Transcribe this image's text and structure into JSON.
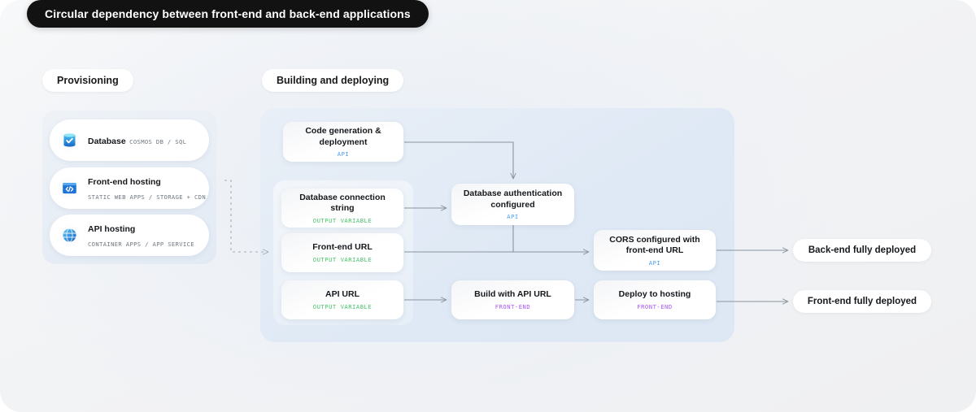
{
  "title": "Circular dependency between front-end and back-end applications",
  "colors": {
    "title_chip_bg": "#121212",
    "tag_api": "#4a9bf0",
    "tag_output_variable": "#49c46b",
    "tag_front_end": "#a855f7",
    "panel_blue": "#e2eaf4",
    "page_bg": "#f2f3f5",
    "connector": "#8a949e"
  },
  "sections": {
    "provisioning": {
      "label": "Provisioning",
      "cards": [
        {
          "title": "Database",
          "subtitle": "COSMOS DB / SQL",
          "icon": "database-icon"
        },
        {
          "title": "Front-end hosting",
          "subtitle": "STATIC WEB APPS / STORAGE + CDN",
          "icon": "code-window-icon"
        },
        {
          "title": "API hosting",
          "subtitle": "CONTAINER APPS / APP SERVICE",
          "icon": "globe-icon"
        }
      ]
    },
    "building": {
      "label": "Building and deploying",
      "nodes": [
        {
          "id": "codegen",
          "title": "Code generation & deployment",
          "tag": "API",
          "tag_kind": "api"
        },
        {
          "id": "dbconn",
          "title": "Database connection string",
          "tag": "OUTPUT VARIABLE",
          "tag_kind": "output"
        },
        {
          "id": "feurl",
          "title": "Front-end URL",
          "tag": "OUTPUT VARIABLE",
          "tag_kind": "output"
        },
        {
          "id": "apiurl",
          "title": "API URL",
          "tag": "OUTPUT VARIABLE",
          "tag_kind": "output"
        },
        {
          "id": "dbauth",
          "title": "Database authentication configured",
          "tag": "API",
          "tag_kind": "api"
        },
        {
          "id": "cors",
          "title": "CORS configured with front-end URL",
          "tag": "API",
          "tag_kind": "api"
        },
        {
          "id": "build",
          "title": "Build with API URL",
          "tag": "FRONT-END",
          "tag_kind": "frontend"
        },
        {
          "id": "deploy",
          "title": "Deploy to hosting",
          "tag": "FRONT-END",
          "tag_kind": "frontend"
        }
      ]
    }
  },
  "outcomes": [
    {
      "id": "backend",
      "label": "Back-end fully deployed"
    },
    {
      "id": "frontend",
      "label": "Front-end fully deployed"
    }
  ]
}
